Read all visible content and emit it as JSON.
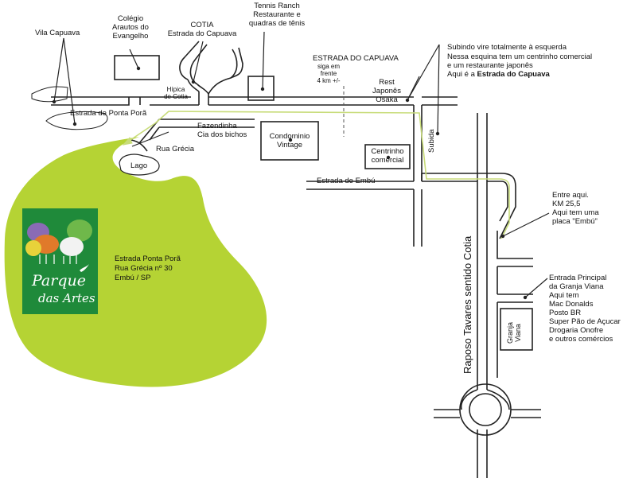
{
  "map": {
    "labels": {
      "vila_capuava": "Vila Capuava",
      "colegio": "Colégio\nArautos do\nEvangelho",
      "cotia": "COTIA\nEstrada do Capuava",
      "tennis": "Tennis Ranch\nRestaurante e\nquadras de tênis",
      "estrada_capuava_title": "ESTRADA DO CAPUAVA",
      "estrada_capuava_sub": "siga em\nfrente\n4 km +/-",
      "subindo_1": "Subindo vire totalmente à esquerda",
      "subindo_2": "Nessa esquina tem um centrinho comercial",
      "subindo_3": "e um restaurante japonês",
      "subindo_4_prefix": "Aqui é a ",
      "subindo_4_bold": "Estrada do Capuava",
      "rest_japones": "Rest\nJaponês\nOsaka",
      "hipica": "Hípica\nde Cotia",
      "estrada_ponta_pora": "Estrada de Ponta Porã",
      "fazendinha": "Fazendinha\nCia dos bichos",
      "rua_grecia": "Rua Grécia",
      "lago": "Lago",
      "condominio": "Condominio\nVintage",
      "centrinho": "Centrinho\ncomercial",
      "subida": "Subida",
      "estrada_embu": "Estrada de Embú",
      "entre_aqui": "Entre aqui.\nKM 25,5\nAqui tem uma\nplaca \"Embú\"",
      "raposo": "Raposo Tavares sentido Cotia",
      "entrada_principal": "Entrada Principal\nda Granja Viana\nAqui tem\nMac Donalds\nPosto BR\nSuper Pão de Açucar\nDrogaria Onofre\ne outros comércios",
      "granja_viana": "Granja\nViana",
      "address": "Estrada Ponta Porã\nRua Grécia nº 30\nEmbú / SP"
    },
    "logo": {
      "line1": "Parque",
      "line2": "das Artes"
    },
    "colors": {
      "park": "#b5d334",
      "logo_bg": "#1f8a3a",
      "route": "#c8dc7a",
      "road": "#222222"
    },
    "icons": {
      "pointer": "dot-pointer-icon",
      "direction": "arrow-icon"
    }
  }
}
